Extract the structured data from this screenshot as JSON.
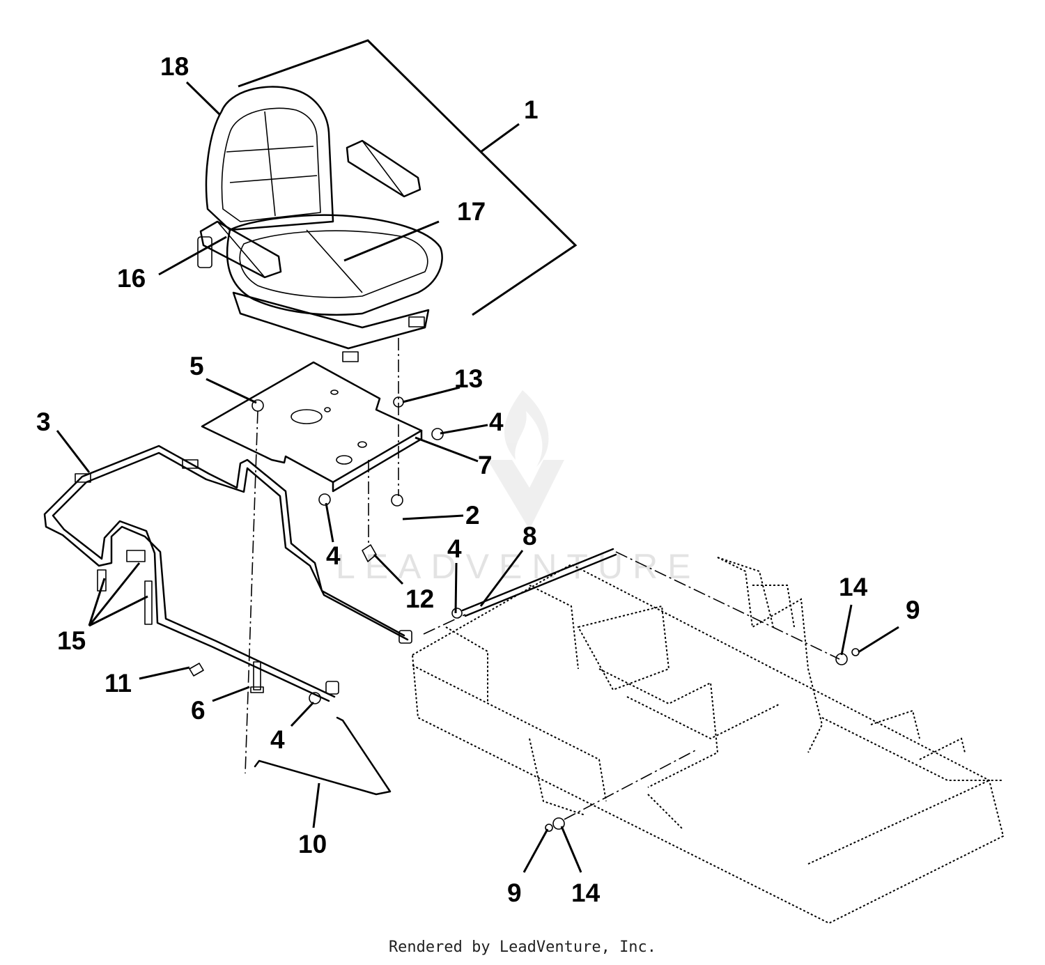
{
  "callouts": [
    {
      "label": "1"
    },
    {
      "label": "2"
    },
    {
      "label": "3"
    },
    {
      "label": "4"
    },
    {
      "label": "4"
    },
    {
      "label": "4"
    },
    {
      "label": "4"
    },
    {
      "label": "5"
    },
    {
      "label": "6"
    },
    {
      "label": "7"
    },
    {
      "label": "8"
    },
    {
      "label": "9"
    },
    {
      "label": "9"
    },
    {
      "label": "10"
    },
    {
      "label": "11"
    },
    {
      "label": "12"
    },
    {
      "label": "13"
    },
    {
      "label": "14"
    },
    {
      "label": "14"
    },
    {
      "label": "15"
    },
    {
      "label": "16"
    },
    {
      "label": "17"
    },
    {
      "label": "18"
    }
  ],
  "watermark": "LEADVENTURE",
  "footer": "Rendered by LeadVenture, Inc."
}
